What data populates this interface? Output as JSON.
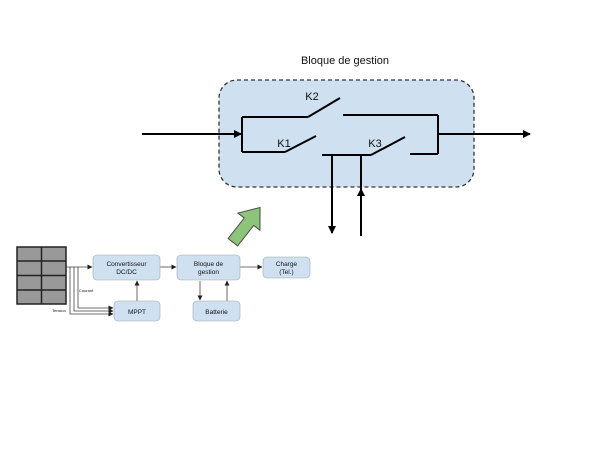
{
  "zoomed_block": {
    "title": "Bloque de gestion",
    "switches": [
      "K1",
      "K2",
      "K3"
    ],
    "fill_color": "#cfe0f1"
  },
  "overview": {
    "boxes": {
      "converter": [
        "Convertisseur",
        "DC/DC"
      ],
      "management": [
        "Bloque de",
        "gestion"
      ],
      "load": [
        "Charge",
        "(Tel.)"
      ],
      "mppt": "MPPT",
      "battery": "Batterie"
    },
    "signals": {
      "current": "Courant",
      "voltage": "Tension"
    },
    "box_color": "#cfe0f1",
    "zoom_arrow_color": "#8cc47a"
  }
}
